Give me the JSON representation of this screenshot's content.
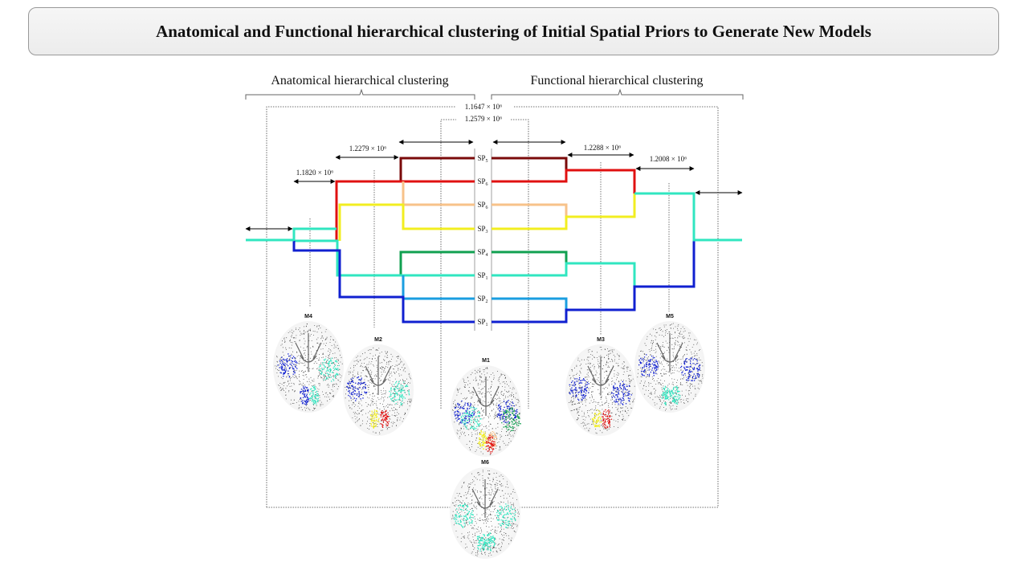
{
  "title": "Anatomical and Functional hierarchical clustering of Initial Spatial Priors to Generate New Models",
  "headers": {
    "anatomical": "Anatomical hierarchical clustering",
    "functional": "Functional hierarchical clustering"
  },
  "distances": {
    "outer": "1.1647 × 10⁶",
    "inner": "1.2579 × 10⁶",
    "anat_1": "1.2279 × 10⁶",
    "anat_2": "1.1820 × 10⁶",
    "func_1": "1.2288 × 10⁶",
    "func_2": "1.2008 × 10⁶"
  },
  "spatial_priors": [
    {
      "base": "SP",
      "sub": "5"
    },
    {
      "base": "SP",
      "sub": "6"
    },
    {
      "base": "SP",
      "sub": "6"
    },
    {
      "base": "SP",
      "sub": "3"
    },
    {
      "base": "SP",
      "sub": "4"
    },
    {
      "base": "SP",
      "sub": "1"
    },
    {
      "base": "SP",
      "sub": "2"
    },
    {
      "base": "SP",
      "sub": "1"
    }
  ],
  "models": [
    "M4",
    "M2",
    "M1",
    "M6",
    "M3",
    "M5"
  ],
  "colors": {
    "darkred": "#7a0a0a",
    "red": "#e01010",
    "peach": "#f7c28a",
    "yellow": "#f2ee20",
    "green": "#10a050",
    "cyan": "#30e6c0",
    "lightblue": "#1a9ee0",
    "blue": "#1020d0"
  }
}
